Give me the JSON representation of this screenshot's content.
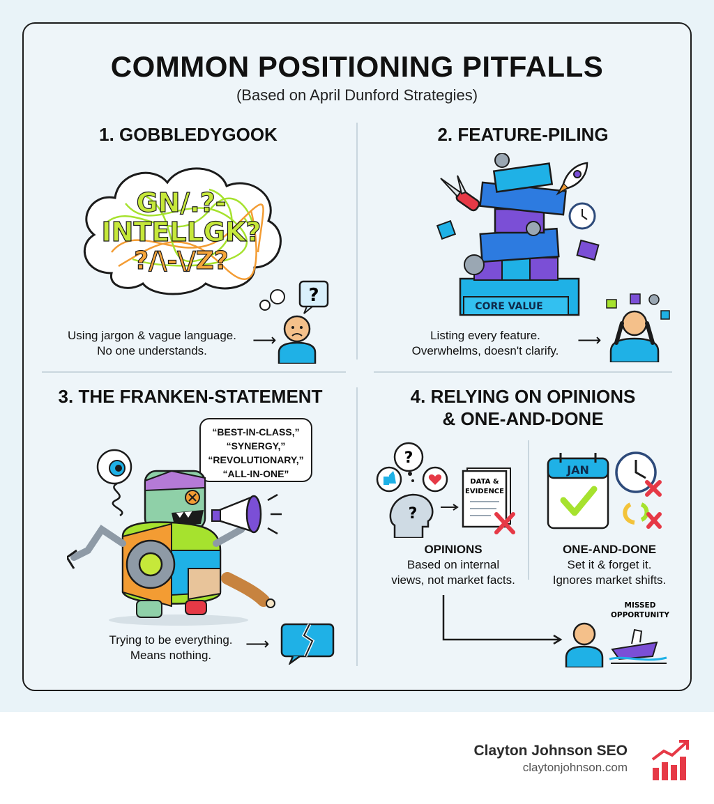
{
  "header": {
    "title": "COMMON POSITIONING PITFALLS",
    "subtitle": "(Based on April Dunford Strategies)"
  },
  "pitfalls": [
    {
      "heading": "1. GOBBLEDYGOOK",
      "cloud_lines": [
        "GN/.?-",
        "INTELLGK?",
        "?/\\-\\/Z?"
      ],
      "bubble_mark": "?",
      "caption": [
        "Using jargon & vague language.",
        "No one understands."
      ]
    },
    {
      "heading": "2. FEATURE-PILING",
      "base_label": "CORE VALUE",
      "caption": [
        "Listing every feature.",
        "Overwhelms, doesn't clarify."
      ]
    },
    {
      "heading": "3. THE FRANKEN-STATEMENT",
      "speech": [
        "“BEST-IN-CLASS,”",
        "“SYNERGY,”",
        "“REVOLUTIONARY,”",
        "“ALL-IN-ONE”"
      ],
      "caption": [
        "Trying to be everything.",
        "Means nothing."
      ]
    },
    {
      "heading": [
        "4. RELYING ON OPINIONS",
        "& ONE-AND-DONE"
      ],
      "doc_label": [
        "DATA &",
        "EVIDENCE"
      ],
      "calendar_label": "JAN",
      "opinions_title": "OPINIONS",
      "opinions_text": [
        "Based on internal",
        "views, not market facts."
      ],
      "onedone_title": "ONE-AND-DONE",
      "onedone_text": [
        "Set it & forget it.",
        "Ignores market shifts."
      ],
      "missed_label": [
        "MISSED",
        "OPPORTUNITY"
      ]
    }
  ],
  "footer": {
    "brand": "Clayton Johnson SEO",
    "url": "claytonjohnson.com"
  },
  "colors": {
    "blue": "#1fb1e6",
    "purple": "#7b4fd6",
    "lime": "#a6e22e",
    "orange": "#f39c33",
    "red": "#e63946",
    "skin": "#f4c08a"
  }
}
